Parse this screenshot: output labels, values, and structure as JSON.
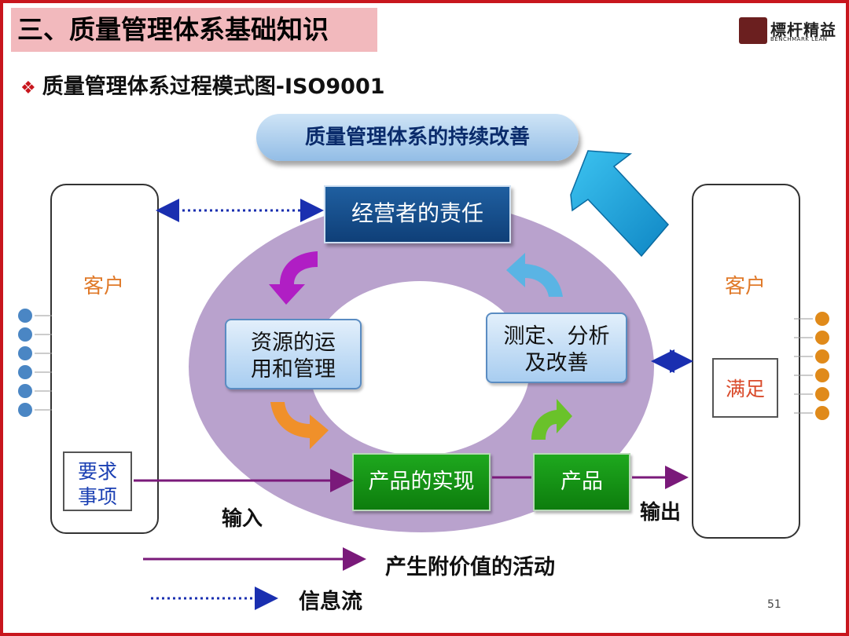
{
  "header": {
    "title": "三、质量管理体系基础知识"
  },
  "logo": {
    "name": "標杆精益",
    "sub": "BENCHMARK LEAN"
  },
  "subtitle": {
    "bullet": "❖",
    "text": "质量管理体系过程模式图-ISO9001"
  },
  "diagram": {
    "top_banner": "质量管理体系的持续改善",
    "left_customer": "客户",
    "right_customer": "客户",
    "management": "经营者的责任",
    "resources": [
      "资源的运",
      "用和管理"
    ],
    "measure": [
      "测定、分析",
      "及改善"
    ],
    "realization": "产品的实现",
    "product": "产品",
    "requirements": [
      "要求",
      "事项"
    ],
    "satisfaction": "满足",
    "input": "输入",
    "output": "输出"
  },
  "legend": {
    "value_activity": "产生附价值的活动",
    "info_flow": "信息流"
  },
  "page_number": "51",
  "colors": {
    "frame": "#c8161d",
    "title_bg": "#f2b9bd",
    "ring": "#b9a2cd",
    "dark_box": "#1a5595",
    "green_box": "#149414",
    "flow_line": "#7a1a7a",
    "info_line": "#1a2fb0",
    "left_dots": "#4a86c4",
    "right_dots": "#e08a1a"
  },
  "icons": [
    "purple-curved-arrow-icon",
    "orange-curved-arrow-icon",
    "green-curved-arrow-icon",
    "blue-curved-arrow-icon",
    "big-cyan-up-arrow-icon"
  ]
}
